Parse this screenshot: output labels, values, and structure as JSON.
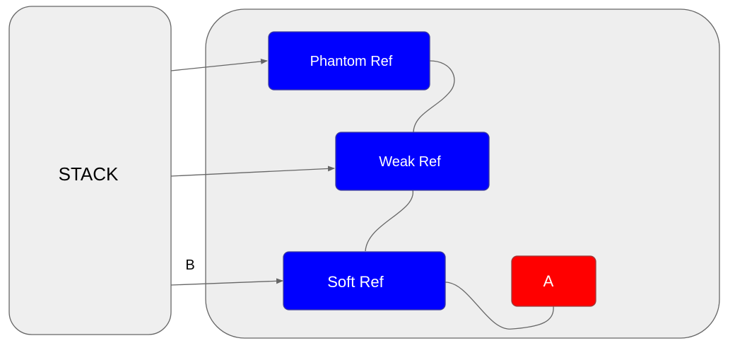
{
  "diagram": {
    "stack_label": "STACK",
    "edge_label_b": "B",
    "nodes": {
      "phantom_ref": "Phantom Ref",
      "weak_ref": "Weak Ref",
      "soft_ref": "Soft Ref",
      "object_a": "A"
    },
    "colors": {
      "stack_fill": "#efefef",
      "heap_fill": "#eeeeee",
      "panel_stroke": "#666666",
      "ref_fill": "#0000ff",
      "ref_stroke": "#3c3c9a",
      "object_fill": "#ff0000",
      "object_stroke": "#9a3c3c",
      "connector": "#666666"
    }
  }
}
